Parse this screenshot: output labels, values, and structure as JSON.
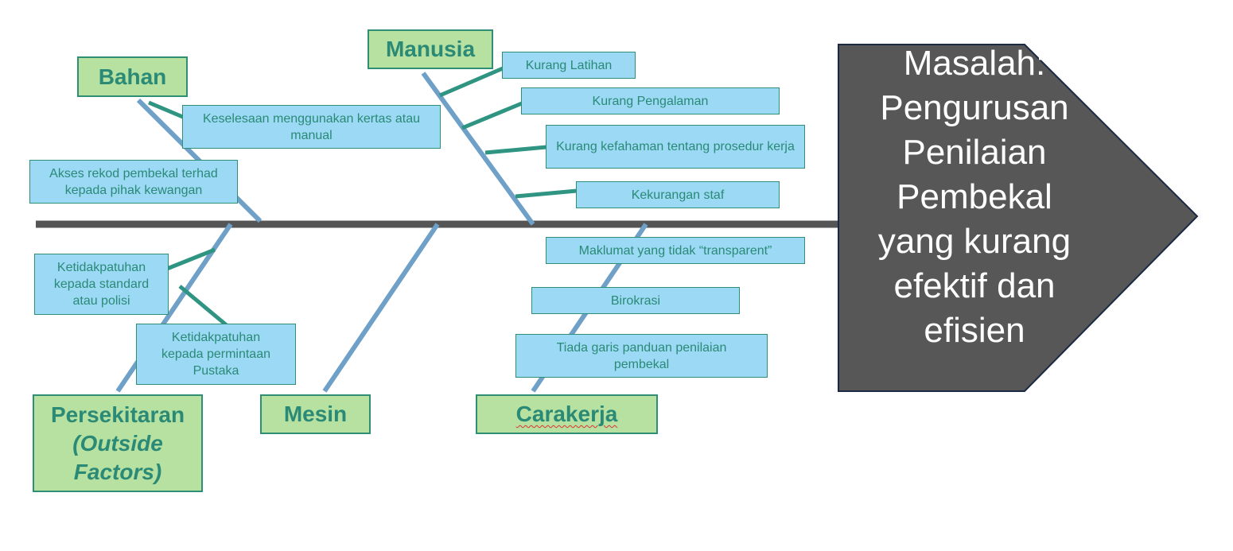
{
  "colors": {
    "spine": "#555555",
    "bone": "#6fa0c8",
    "twig": "#2f9482",
    "category_fill": "#b7e1a1",
    "category_text": "#2a8a76",
    "cause_fill": "#9bd9f5",
    "problem_fill": "#575757"
  },
  "problem": {
    "lines": [
      "Masalah:",
      "Pengurusan",
      "Penilaian",
      "Pembekal",
      "yang kurang",
      "efektif dan",
      "efisien"
    ]
  },
  "categories": {
    "bahan": "Bahan",
    "manusia": "Manusia",
    "persekitaran_line1": "Persekitaran",
    "persekitaran_line2": "(Outside",
    "persekitaran_line3": "Factors)",
    "mesin": "Mesin",
    "carakerja": "Carakerja"
  },
  "causes": {
    "bahan_1": "Keselesaan menggunakan kertas atau manual",
    "bahan_2": "Akses rekod pembekal terhad kepada pihak kewangan",
    "manusia_1": "Kurang Latihan",
    "manusia_2": "Kurang Pengalaman",
    "manusia_3": "Kurang kefahaman tentang prosedur kerja",
    "manusia_4": "Kekurangan staf",
    "persekitaran_1": "Ketidakpatuhan kepada standard atau polisi",
    "persekitaran_2": "Ketidakpatuhan kepada permintaan Pustaka",
    "carakerja_1": "Maklumat yang tidak “transparent”",
    "carakerja_2": "Birokrasi",
    "carakerja_3": "Tiada garis panduan penilaian pembekal"
  }
}
